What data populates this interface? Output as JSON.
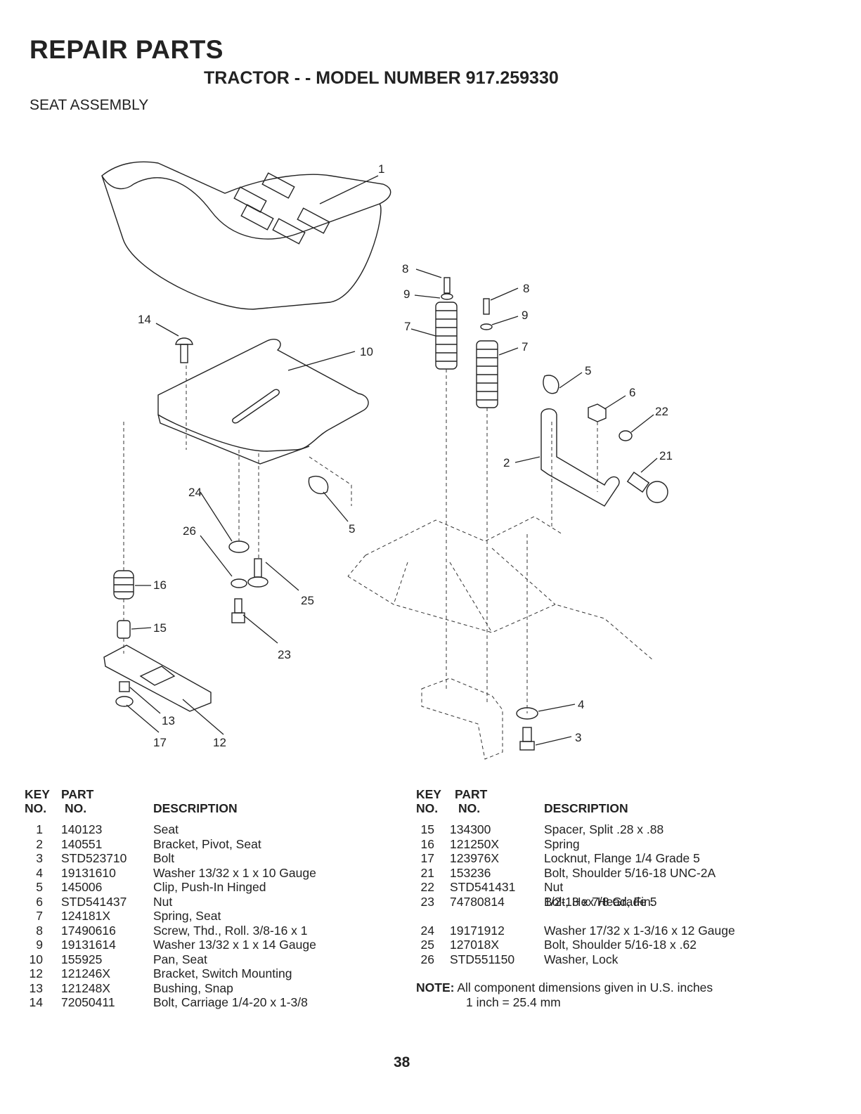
{
  "header": {
    "title": "REPAIR PARTS",
    "model_line": "TRACTOR - - MODEL NUMBER 917.259330",
    "section": "SEAT ASSEMBLY"
  },
  "diagram": {
    "callouts": {
      "c1": "1",
      "c8a": "8",
      "c9a": "9",
      "c7a": "7",
      "c8b": "8",
      "c9b": "9",
      "c7b": "7",
      "c14": "14",
      "c10": "10",
      "c5a": "5",
      "c6": "6",
      "c22": "22",
      "c21": "21",
      "c2": "2",
      "c24": "24",
      "c5b": "5",
      "c26": "26",
      "c25": "25",
      "c16": "16",
      "c15": "15",
      "c23": "23",
      "c4": "4",
      "c3": "3",
      "c13": "13",
      "c17": "17",
      "c12": "12"
    }
  },
  "table_headers": {
    "key_line1": "KEY",
    "key_line2": "NO.",
    "part_line1": "PART",
    "part_line2": "NO.",
    "description": "DESCRIPTION"
  },
  "parts_left": [
    {
      "key": "1",
      "part": "140123",
      "desc": "Seat"
    },
    {
      "key": "2",
      "part": "140551",
      "desc": "Bracket, Pivot, Seat"
    },
    {
      "key": "3",
      "part": "STD523710",
      "desc": "Bolt"
    },
    {
      "key": "4",
      "part": "19131610",
      "desc": "Washer 13/32 x 1 x 10 Gauge"
    },
    {
      "key": "5",
      "part": "145006",
      "desc": "Clip, Push-In Hinged"
    },
    {
      "key": "6",
      "part": "STD541437",
      "desc": "Nut"
    },
    {
      "key": "7",
      "part": "124181X",
      "desc": "Spring, Seat"
    },
    {
      "key": "8",
      "part": "17490616",
      "desc": "Screw, Thd., Roll. 3/8-16 x 1"
    },
    {
      "key": "9",
      "part": "19131614",
      "desc": "Washer 13/32 x 1 x 14 Gauge"
    },
    {
      "key": "10",
      "part": "155925",
      "desc": "Pan, Seat"
    },
    {
      "key": "12",
      "part": "121246X",
      "desc": "Bracket, Switch Mounting"
    },
    {
      "key": "13",
      "part": "121248X",
      "desc": "Bushing, Snap"
    },
    {
      "key": "14",
      "part": "72050411",
      "desc": "Bolt, Carriage 1/4-20 x 1-3/8"
    }
  ],
  "parts_right": [
    {
      "key": "15",
      "part": "134300",
      "desc": "Spacer, Split .28 x .88"
    },
    {
      "key": "16",
      "part": "121250X",
      "desc": "Spring"
    },
    {
      "key": "17",
      "part": "123976X",
      "desc": "Locknut, Flange 1/4 Grade 5"
    },
    {
      "key": "21",
      "part": "153236",
      "desc": "Bolt, Shoulder 5/16-18 UNC-2A"
    },
    {
      "key": "22",
      "part": "STD541431",
      "desc": "Nut"
    },
    {
      "key": "23",
      "part": "74780814",
      "desc": "Bolt, Hex Head, Fin.",
      "desc2": "1/2-13 x 7/8 Grade 5"
    },
    {
      "key": "24",
      "part": "19171912",
      "desc": "Washer 17/32 x 1-3/16 x 12 Gauge"
    },
    {
      "key": "25",
      "part": "127018X",
      "desc": "Bolt, Shoulder 5/16-18 x .62"
    },
    {
      "key": "26",
      "part": "STD551150",
      "desc": "Washer, Lock"
    }
  ],
  "note": {
    "label": "NOTE:",
    "line1": "All component dimensions given in U.S. inches",
    "line2": "1 inch = 25.4 mm"
  },
  "page_number": "38"
}
